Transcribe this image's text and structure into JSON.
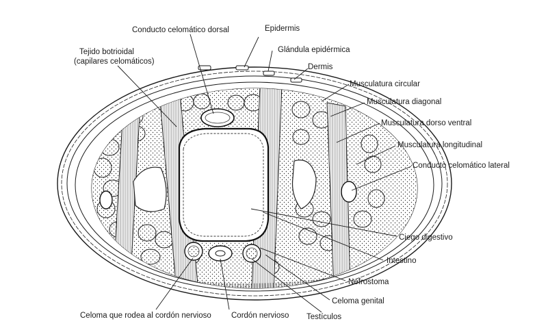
{
  "labels": {
    "conducto_dorsal": "Conducto celomático dorsal",
    "epidermis": "Epidermis",
    "tejido_1": "Tejido botrioidal",
    "tejido_2": "(capilares celomáticos)",
    "glandula": "Glándula epidérmica",
    "dermis": "Dermis",
    "circular": "Musculatura circular",
    "diagonal": "Musculatura diagonal",
    "dorso_ventral": "Musculatura dorso ventral",
    "longitudinal": "Musculatura longitudinal",
    "conducto_lateral": "Conducto celomático lateral",
    "ciego": "Ciego digestivo",
    "intestino": "Intestino",
    "nefrostoma": "Nefrostoma",
    "celoma_genital": "Celoma genital",
    "celoma_cordon": "Celoma que rodea al cordón nervioso",
    "cordon": "Cordón nervioso",
    "testiculos": "Testículos"
  }
}
